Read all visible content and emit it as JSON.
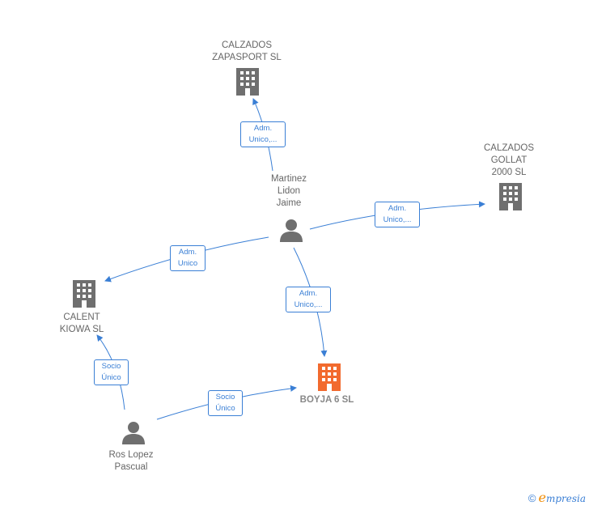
{
  "nodes": {
    "zapasport": {
      "label": "CALZADOS\nZAPASPORT SL"
    },
    "gollat": {
      "label": "CALZADOS\nGOLLAT\n2000  SL"
    },
    "martinez": {
      "label": "Martinez\nLidon\nJaime"
    },
    "calent": {
      "label": "CALENT\nKIOWA  SL"
    },
    "boyja": {
      "label": "BOYJA 6  SL"
    },
    "ros": {
      "label": "Ros Lopez\nPascual"
    }
  },
  "edges": {
    "martinez_zapasport": {
      "label": "Adm.\nUnico,..."
    },
    "martinez_gollat": {
      "label": "Adm.\nUnico,..."
    },
    "martinez_calent": {
      "label": "Adm.\nUnico"
    },
    "martinez_boyja": {
      "label": "Adm.\nUnico,..."
    },
    "ros_calent": {
      "label": "Socio\nÚnico"
    },
    "ros_boyja": {
      "label": "Socio\nÚnico"
    }
  },
  "colors": {
    "edge": "#3a7fd5",
    "company": "#6f6f6f",
    "highlight_company": "#f26a2e",
    "person": "#6f6f6f"
  },
  "footer": {
    "copyright": "©",
    "brand_first": "e",
    "brand_rest": "mpresia"
  }
}
